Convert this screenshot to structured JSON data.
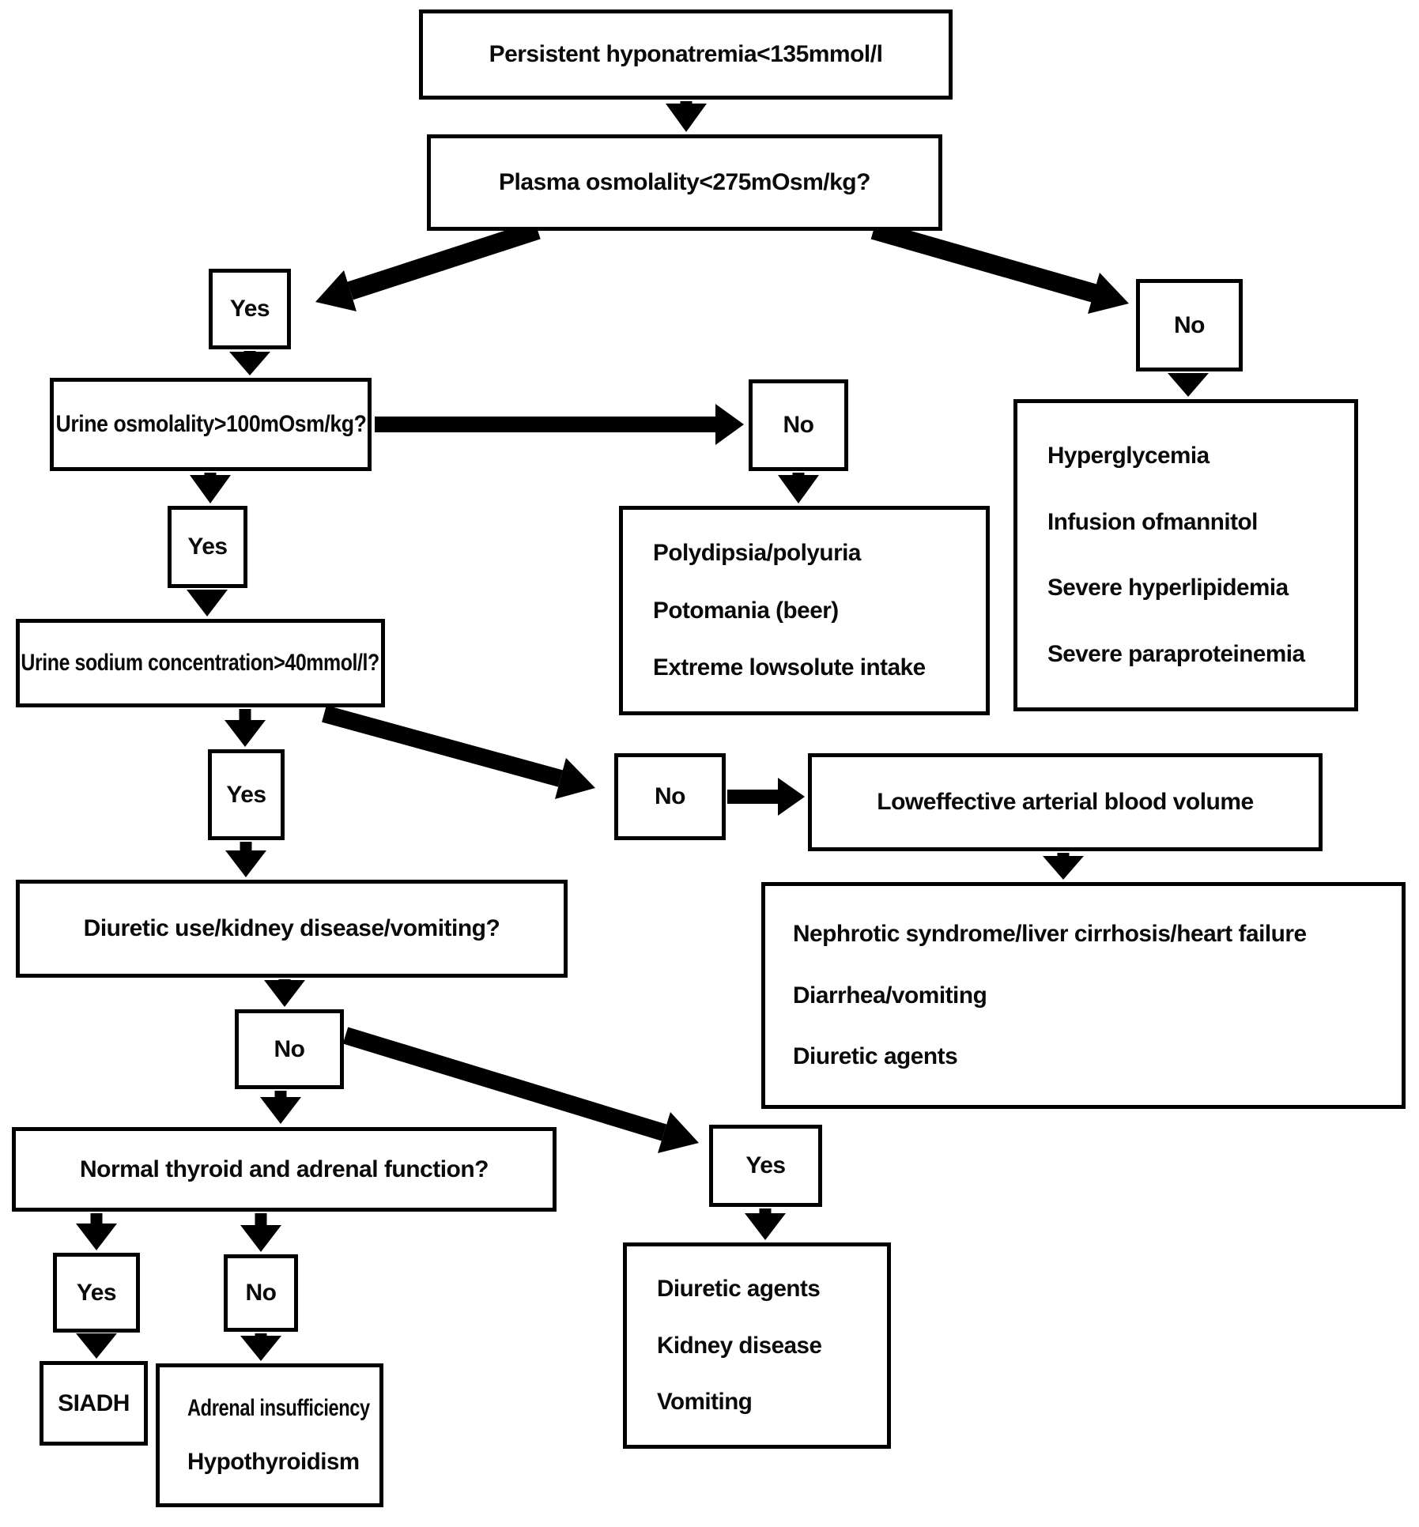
{
  "figure": {
    "background_color": "#ffffff",
    "line_color": "#000000",
    "text_color": "#0a0a0a",
    "description": "Diagnostic flowchart for persistent hyponatremia"
  },
  "nodes": {
    "persistent": {
      "label": "Persistent hyponatremia<135mmol/l"
    },
    "plasma": {
      "label": "Plasma osmolality<275mOsm/kg?"
    },
    "yes_plasma": {
      "label": "Yes"
    },
    "no_plasma": {
      "label": "No"
    },
    "urine_osmolality": {
      "label": "Urine osmolality>100mOsm/kg?"
    },
    "no_urine_osm": {
      "label": "No"
    },
    "polydipsia_causes": {
      "lines": [
        "Polydipsia/polyuria",
        "Potomania (beer)",
        "Extreme lowsolute intake"
      ]
    },
    "hyperosmolar_causes": {
      "lines": [
        "Hyperglycemia",
        "Infusion ofmannitol",
        "Severe hyperlipidemia",
        "Severe paraproteinemia"
      ]
    },
    "yes_urine_osm": {
      "label": "Yes"
    },
    "urine_sodium": {
      "label": "Urine sodium concentration>40mmol/l?"
    },
    "yes_urine_sodium": {
      "label": "Yes"
    },
    "no_urine_sodium": {
      "label": "No"
    },
    "low_eabv": {
      "label": "Loweffective arterial blood volume"
    },
    "low_eabv_causes": {
      "lines": [
        "Nephrotic syndrome/liver cirrhosis/heart failure",
        "Diarrhea/vomiting",
        "Diuretic agents"
      ]
    },
    "diuretic_use": {
      "label": "Diuretic use/kidney disease/vomiting?"
    },
    "no_diuretic_use": {
      "label": "No"
    },
    "yes_diuretic_use": {
      "label": "Yes"
    },
    "diuretic_causes": {
      "lines": [
        "Diuretic agents",
        "Kidney disease",
        "Vomiting"
      ]
    },
    "normal_thyroid": {
      "label": "Normal thyroid and adrenal function?"
    },
    "yes_thyroid": {
      "label": "Yes"
    },
    "no_thyroid": {
      "label": "No"
    },
    "siadh": {
      "label": "SIADH"
    },
    "endocrine_causes": {
      "lines": [
        "Adrenal insufficiency",
        "Hypothyroidism"
      ]
    }
  },
  "edges": [
    {
      "from": "persistent",
      "to": "plasma"
    },
    {
      "from": "plasma",
      "to": "yes_plasma"
    },
    {
      "from": "plasma",
      "to": "no_plasma"
    },
    {
      "from": "yes_plasma",
      "to": "urine_osmolality"
    },
    {
      "from": "urine_osmolality",
      "to": "no_urine_osm"
    },
    {
      "from": "no_urine_osm",
      "to": "polydipsia_causes"
    },
    {
      "from": "no_plasma",
      "to": "hyperosmolar_causes"
    },
    {
      "from": "urine_osmolality",
      "to": "yes_urine_osm"
    },
    {
      "from": "yes_urine_osm",
      "to": "urine_sodium"
    },
    {
      "from": "urine_sodium",
      "to": "yes_urine_sodium"
    },
    {
      "from": "urine_sodium",
      "to": "no_urine_sodium"
    },
    {
      "from": "no_urine_sodium",
      "to": "low_eabv"
    },
    {
      "from": "low_eabv",
      "to": "low_eabv_causes"
    },
    {
      "from": "yes_urine_sodium",
      "to": "diuretic_use"
    },
    {
      "from": "diuretic_use",
      "to": "no_diuretic_use"
    },
    {
      "from": "no_diuretic_use",
      "to": "yes_diuretic_use"
    },
    {
      "from": "yes_diuretic_use",
      "to": "diuretic_causes"
    },
    {
      "from": "no_diuretic_use",
      "to": "normal_thyroid"
    },
    {
      "from": "normal_thyroid",
      "to": "yes_thyroid"
    },
    {
      "from": "normal_thyroid",
      "to": "no_thyroid"
    },
    {
      "from": "yes_thyroid",
      "to": "siadh"
    },
    {
      "from": "no_thyroid",
      "to": "endocrine_causes"
    }
  ]
}
